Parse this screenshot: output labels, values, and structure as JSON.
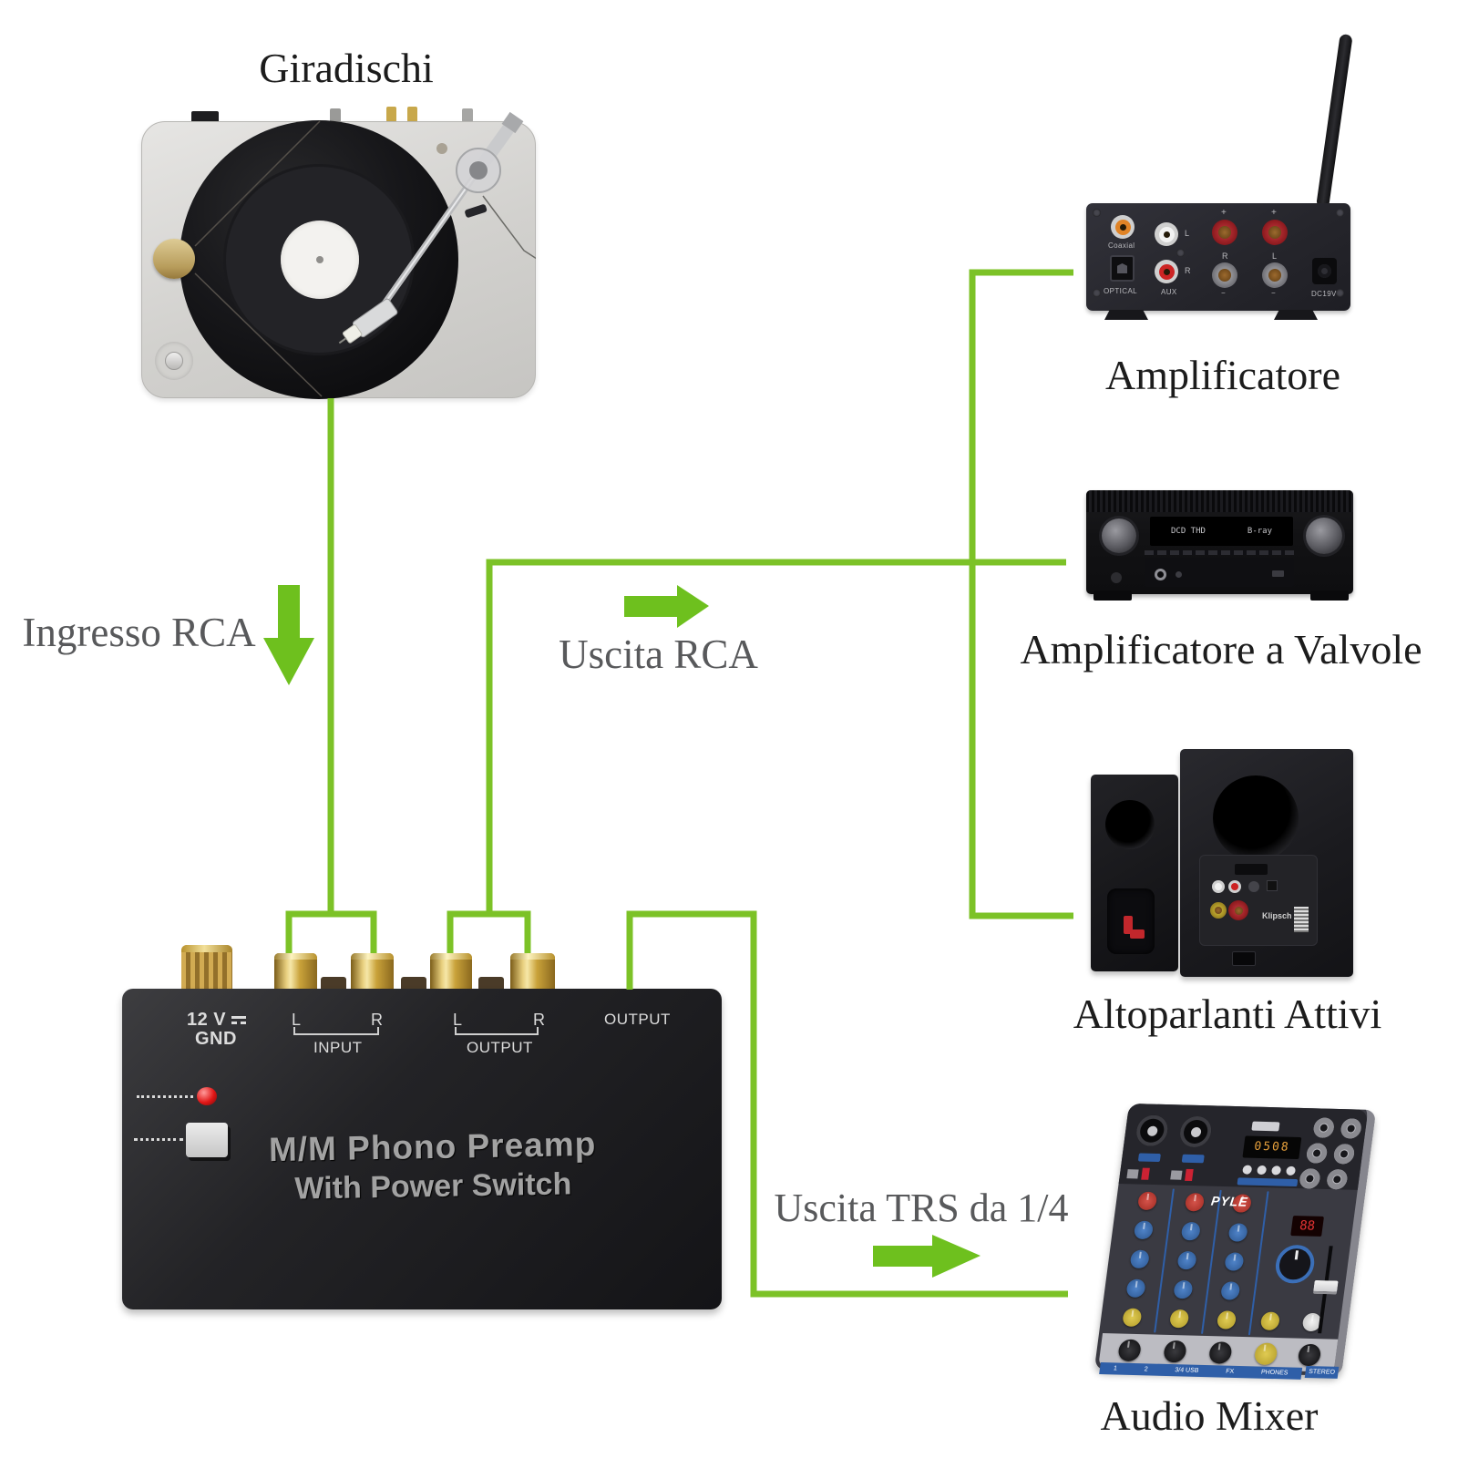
{
  "colors": {
    "connector_green": "#7cc227",
    "arrow_green": "#6ec01e",
    "annotation_gray": "#58595b",
    "device_label_color": "#1c1c1c",
    "preamp_title_gray": "#a2a2a2",
    "led_red": "#e01616",
    "gold_jack": "#c9a23a"
  },
  "labels": {
    "turntable": "Giradischi",
    "amplifier": "Amplificatore",
    "tube_amplifier": "Amplificatore a Valvole",
    "active_speakers": "Altoparlanti Attivi",
    "audio_mixer": "Audio Mixer"
  },
  "annotations": {
    "rca_input": "Ingresso RCA",
    "rca_output": "Uscita RCA",
    "trs_output": "Uscita TRS da 1/4"
  },
  "preamp": {
    "title": "M/M Phono Preamp",
    "subtitle": "With Power Switch",
    "power": "12 V",
    "ground": "GND",
    "left": "L",
    "right": "R",
    "input": "INPUT",
    "output": "OUTPUT",
    "trs_output": "OUTPUT"
  },
  "amplifier_ports": {
    "coaxial": "Coaxial",
    "optical": "OPTICAL",
    "aux": "AUX",
    "left": "L",
    "right": "R",
    "plus": "+",
    "minus": "−",
    "post_right": "R",
    "post_left": "L",
    "dc": "DC19V"
  },
  "tube_amplifier_display": {
    "left": "DCD THD",
    "right": "B-ray"
  },
  "speakers": {
    "brand": "Klipsch"
  },
  "mixer": {
    "brand": "PYLE",
    "display": "0508",
    "meter": "88",
    "strip_labels": [
      "1",
      "2",
      "3/4 USB",
      "FX",
      "PHONES"
    ],
    "side_label": "STEREO"
  }
}
